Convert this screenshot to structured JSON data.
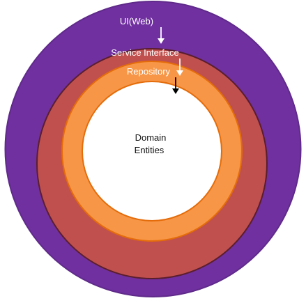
{
  "diagram": {
    "layers": [
      {
        "name": "ui-layer",
        "label": "UI(Web)",
        "fill": "#7030a0",
        "stroke": "#5f2a8a"
      },
      {
        "name": "service-layer",
        "label": "Service Interface",
        "fill": "#c0504d",
        "stroke": "#5a1e2e"
      },
      {
        "name": "repository-layer",
        "label": "Repository",
        "fill": "#f79646",
        "stroke": "#e46c0a"
      },
      {
        "name": "domain-layer",
        "label_lines": [
          "Domain",
          "Entities"
        ],
        "fill": "#ffffff",
        "stroke": "#e46c0a"
      }
    ],
    "arrow_colors": {
      "light": "#ffffff",
      "dark": "#000000"
    }
  }
}
